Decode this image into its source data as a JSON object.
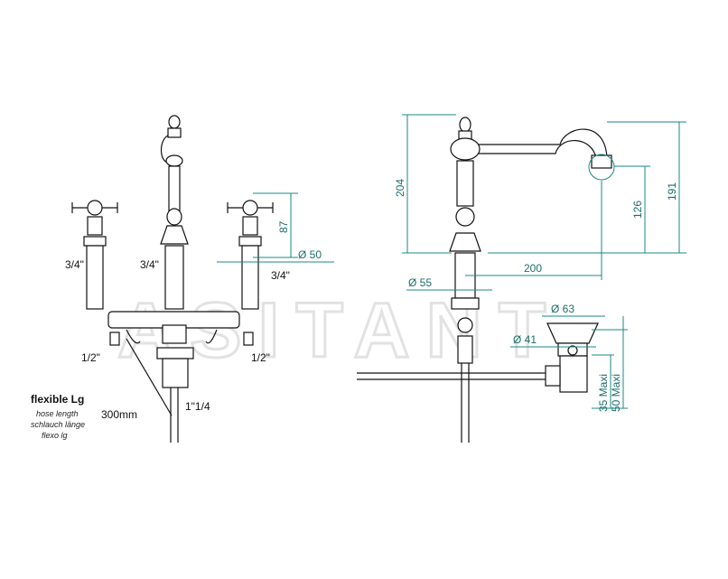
{
  "watermark": "ASITANT",
  "front_view": {
    "tap_left_thread": "3/4\"",
    "spout_thread": "3/4\"",
    "tap_right_thread": "3/4\"",
    "hose_left": "1/2\"",
    "hose_right": "1/2\"",
    "waste_thread": "1\"1/4",
    "dim_height": "87",
    "dim_diameter": "Ø 50",
    "hose_length_value": "300mm",
    "hose_title": "flexible Lg",
    "hose_en": "hose length",
    "hose_de": "schlauch länge",
    "hose_it": "flexo lg"
  },
  "side_view": {
    "dim_total_height": "204",
    "dim_spout_height": "126",
    "dim_overall": "191",
    "dim_reach": "200",
    "dim_base_diameter": "Ø 55"
  },
  "waste_view": {
    "dim_outer": "Ø 63",
    "dim_inner": "Ø 41",
    "dim_min": "35 Maxi",
    "dim_max": "50 Maxi"
  }
}
